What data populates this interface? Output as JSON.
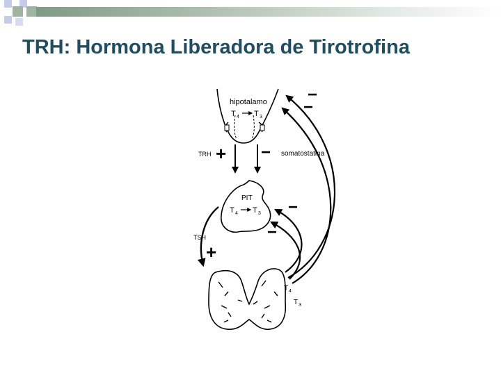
{
  "slide": {
    "title": "TRH: Hormona Liberadora de Tirotrofina",
    "accent_colors": {
      "title": "#1f4e63",
      "bar_dark": "#7f9a83",
      "square_blue": "#c7cbea",
      "square_green": "#9fb4a3"
    }
  },
  "diagram": {
    "labels": {
      "hypothalamus": "hipotalamo",
      "pituitary": "PIT",
      "trh": "TRH",
      "somatostatin": "somatostatina",
      "tsh": "TSH",
      "t4": "T",
      "t4_sub": "4",
      "t3": "T",
      "t3_sub": "3"
    },
    "signs": {
      "plus": "+",
      "minus": "−"
    }
  }
}
